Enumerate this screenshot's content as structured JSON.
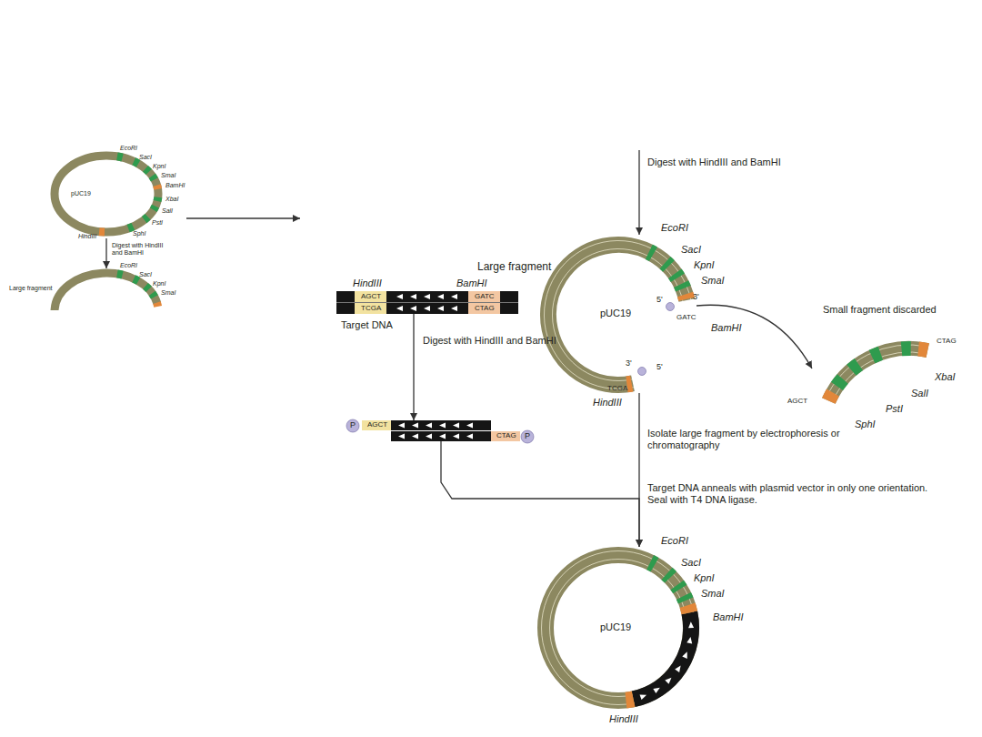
{
  "diagram": {
    "nodes": [
      {
        "text": [
          "pUC19"
        ]
      },
      {
        "text": [
          "Large fragment"
        ]
      },
      {
        "text": [
          "Large fragment",
          "pUC19"
        ]
      },
      {
        "text": [
          "Target DNA"
        ]
      },
      {
        "text": [
          "Small fragment discarded"
        ]
      },
      {
        "text": [
          "AGCT",
          "CTAG"
        ]
      },
      {
        "text": [
          "pUC19"
        ]
      }
    ],
    "edges": [
      {
        "from": 0,
        "to": 1,
        "arrow": "to"
      },
      {
        "from": 2,
        "to": 4,
        "arrow": "to"
      },
      {
        "from": 3,
        "to": 5,
        "arrow": "to"
      },
      {
        "from": 2,
        "to": 6,
        "arrow": "to"
      },
      {
        "from": 5,
        "to": 6,
        "arrow": "to"
      }
    ],
    "labels": [
      "EcoRI",
      "SacI",
      "KpnI",
      "SmaI",
      "BamHI",
      "XbaI",
      "SalI",
      "PstI",
      "HindIII",
      "SphI",
      "Digest with HindIII and BamHI",
      "EcoRI",
      "SacI",
      "KpnI",
      "SmaI",
      "Digest with HindIII and BamHI",
      "EcoRI",
      "SacI",
      "KpnI",
      "SmaI",
      "BamHI",
      "3'",
      "5'",
      "GATC",
      "5'",
      "3'",
      "TCGA",
      "HindIII",
      "HindIII",
      "BamHI",
      "AGCT",
      "GATC",
      "TCGA",
      "CTAG",
      "Digest with HindIII and BamHI",
      "P",
      "P",
      "Isolate large fragment by electrophoresis or chromatography",
      "Target DNA anneals with plasmid vector in only one orientation. Seal with T4 DNA ligase.",
      "CTAG",
      "AGCT",
      "XbaI",
      "SalI",
      "PstI",
      "SphI",
      "EcoRI",
      "SacI",
      "KpnI",
      "SmaI",
      "BamHI",
      "HindIII"
    ]
  }
}
